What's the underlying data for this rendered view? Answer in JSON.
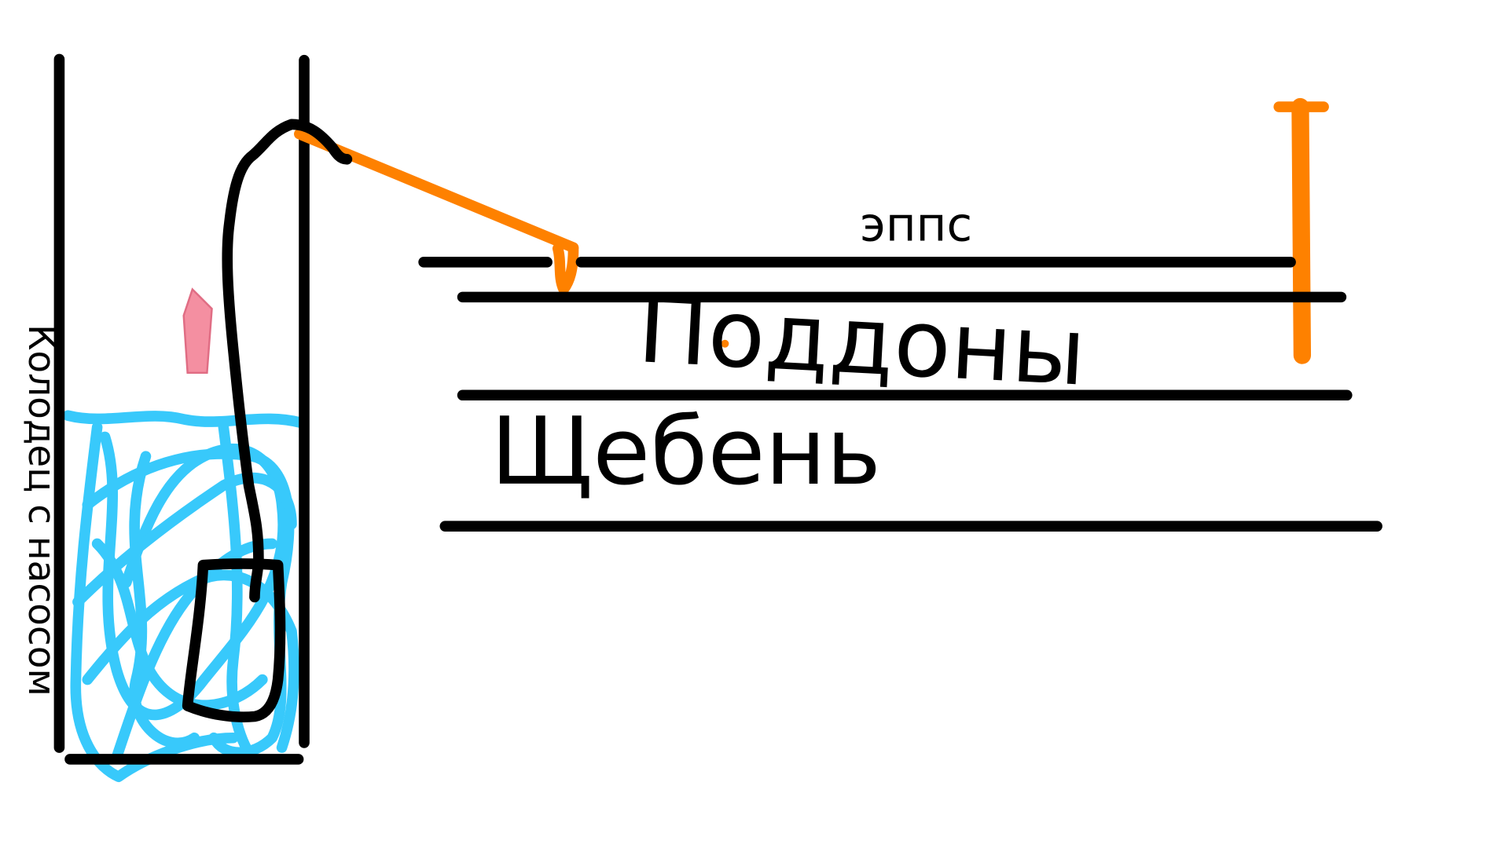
{
  "labels": {
    "insulation": "эппс",
    "pallets": "Поддоны",
    "gravel": "Щебень",
    "well": "Колодец с насосом"
  },
  "colors": {
    "background": "#ffffff",
    "line": "#000000",
    "water": "#38c9fb",
    "pipe": "#fe8100",
    "arrow": "#f48fa1"
  },
  "icons": {
    "arrow": "up-arrow-icon"
  }
}
